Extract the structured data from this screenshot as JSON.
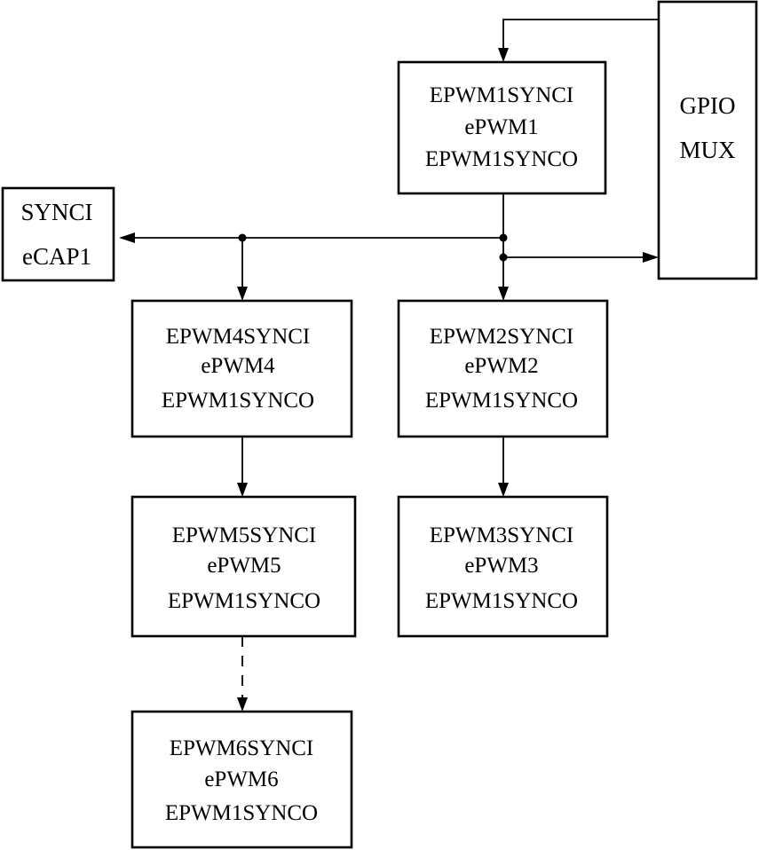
{
  "blocks": {
    "epwm1": {
      "line1": "EPWM1SYNCI",
      "line2": "ePWM1",
      "line3": "EPWM1SYNCO"
    },
    "epwm2": {
      "line1": "EPWM2SYNCI",
      "line2": "ePWM2",
      "line3": "EPWM1SYNCO"
    },
    "epwm3": {
      "line1": "EPWM3SYNCI",
      "line2": "ePWM3",
      "line3": "EPWM1SYNCO"
    },
    "epwm4": {
      "line1": "EPWM4SYNCI",
      "line2": "ePWM4",
      "line3": "EPWM1SYNCO"
    },
    "epwm5": {
      "line1": "EPWM5SYNCI",
      "line2": "ePWM5",
      "line3": "EPWM1SYNCO"
    },
    "epwm6": {
      "line1": "EPWM6SYNCI",
      "line2": "ePWM6",
      "line3": "EPWM1SYNCO"
    },
    "ecap1": {
      "line1": "SYNCI",
      "line2": "eCAP1"
    },
    "gpio_mux": {
      "line1": "GPIO",
      "line2": "MUX"
    }
  }
}
